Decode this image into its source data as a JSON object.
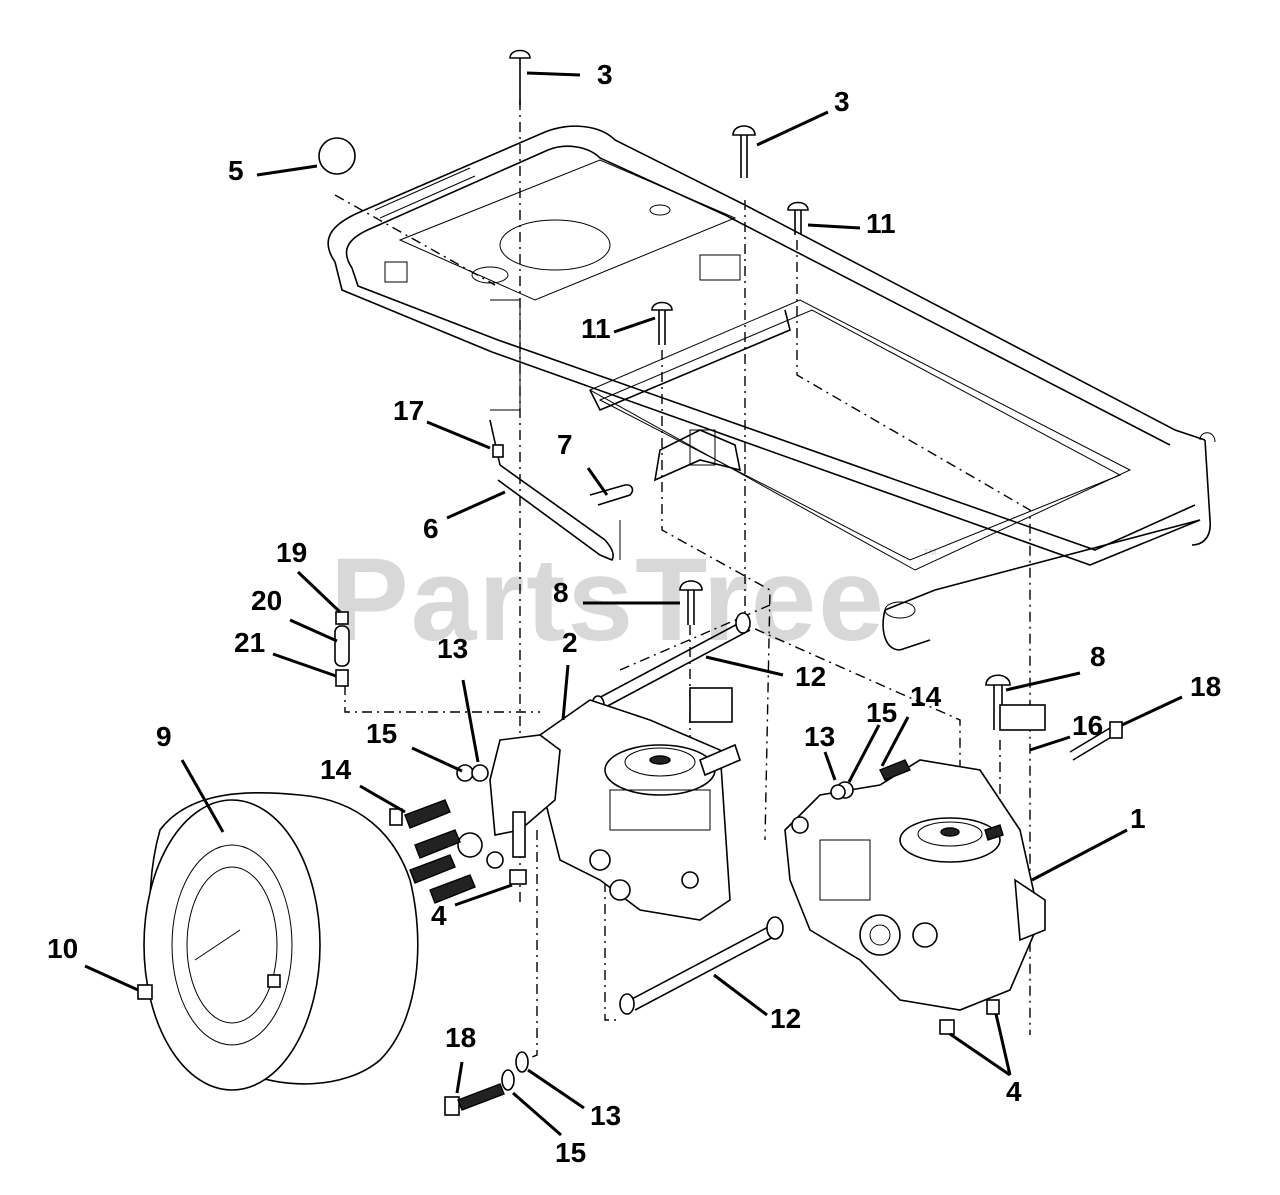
{
  "watermark": {
    "text": "PartsTree",
    "trademark": "™"
  },
  "callouts": [
    {
      "id": "c3a",
      "label": "3"
    },
    {
      "id": "c3b",
      "label": "3"
    },
    {
      "id": "c5",
      "label": "5"
    },
    {
      "id": "c11a",
      "label": "11"
    },
    {
      "id": "c11b",
      "label": "11"
    },
    {
      "id": "c17",
      "label": "17"
    },
    {
      "id": "c7",
      "label": "7"
    },
    {
      "id": "c6",
      "label": "6"
    },
    {
      "id": "c19",
      "label": "19"
    },
    {
      "id": "c20",
      "label": "20"
    },
    {
      "id": "c21",
      "label": "21"
    },
    {
      "id": "c8a",
      "label": "8"
    },
    {
      "id": "c2",
      "label": "2"
    },
    {
      "id": "c13a",
      "label": "13"
    },
    {
      "id": "c12a",
      "label": "12"
    },
    {
      "id": "c8b",
      "label": "8"
    },
    {
      "id": "c18a",
      "label": "18"
    },
    {
      "id": "c14a",
      "label": "14"
    },
    {
      "id": "c15a",
      "label": "15"
    },
    {
      "id": "c16",
      "label": "16"
    },
    {
      "id": "c13b",
      "label": "13"
    },
    {
      "id": "c1",
      "label": "1"
    },
    {
      "id": "c9",
      "label": "9"
    },
    {
      "id": "c15b",
      "label": "15"
    },
    {
      "id": "c14b",
      "label": "14"
    },
    {
      "id": "c4a",
      "label": "4"
    },
    {
      "id": "c10",
      "label": "10"
    },
    {
      "id": "c12b",
      "label": "12"
    },
    {
      "id": "c18b",
      "label": "18"
    },
    {
      "id": "c13c",
      "label": "13"
    },
    {
      "id": "c15c",
      "label": "15"
    },
    {
      "id": "c4b",
      "label": "4"
    }
  ]
}
